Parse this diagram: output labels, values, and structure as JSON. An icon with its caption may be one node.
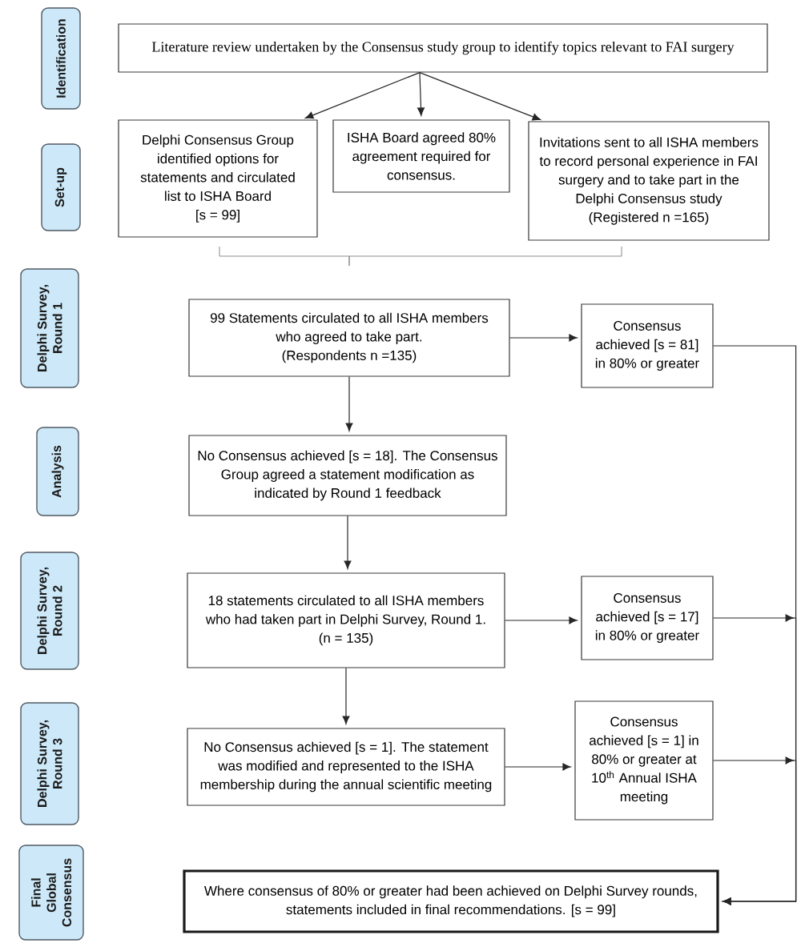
{
  "diagram": {
    "nodes": [
      {
        "text": [
          "Identification"
        ]
      },
      {
        "text": [
          "Literature review undertaken by the Consensus study group to identify topics relevant to FAI surgery"
        ]
      },
      {
        "text": [
          "Set-up"
        ]
      },
      {
        "text": [
          "Delphi Consensus Group identified options for statements and circulated list to ISHA Board",
          "[s = 99]"
        ]
      },
      {
        "text": [
          "ISHA Board agreed 80% agreement required for consensus."
        ]
      },
      {
        "text": [
          "Invitations sent to all ISHA members to record personal experience in FAI surgery and to take part in the Delphi Consensus study",
          "(Registered n =165)"
        ]
      },
      {
        "text": [
          "Delphi Survey, Round 1"
        ]
      },
      {
        "text": [
          "99 Statements circulated to all ISHA members who agreed to take part.",
          "(Respondents n =135)"
        ]
      },
      {
        "text": [
          "Consensus achieved [s = 81] in 80% or greater"
        ]
      },
      {
        "text": [
          "Analysis"
        ]
      },
      {
        "text": [
          "No Consensus achieved [s = 18]. The Consensus Group agreed a statement modification as indicated by Round 1 feedback"
        ]
      },
      {
        "text": [
          "Delphi Survey, Round 2"
        ]
      },
      {
        "text": [
          "18 statements circulated to all ISHA members who had taken part in Delphi Survey, Round 1.",
          "(n = 135)"
        ]
      },
      {
        "text": [
          "Consensus achieved [s = 17] in 80% or greater"
        ]
      },
      {
        "text": [
          "Delphi Survey, Round 3"
        ]
      },
      {
        "text": [
          "No Consensus achieved [s = 1]. The statement was modified and represented to the ISHA membership during the annual scientific meeting"
        ]
      },
      {
        "text": [
          "Consensus achieved [s = 1] in 80% or greater at 10$^{th}$ Annual ISHA meeting"
        ]
      },
      {
        "text": [
          "Final Global Consensus"
        ]
      },
      {
        "text": [
          "Where consensus of 80% or greater had been achieved on Delphi Survey rounds, statements included in final recommendations. [s = 99]"
        ]
      }
    ],
    "edges": [
      {
        "from": 1,
        "to": 3,
        "arrow": "to"
      },
      {
        "from": 1,
        "to": 4,
        "arrow": "to"
      },
      {
        "from": 1,
        "to": 5,
        "arrow": "to"
      },
      {
        "from": 7,
        "to": 8,
        "arrow": "to"
      },
      {
        "from": 7,
        "to": 10,
        "arrow": "to"
      },
      {
        "from": 10,
        "to": 12,
        "arrow": "to"
      },
      {
        "from": 12,
        "to": 13,
        "arrow": "to"
      },
      {
        "from": 12,
        "to": 15,
        "arrow": "to"
      },
      {
        "from": 15,
        "to": 16,
        "arrow": "to"
      },
      {
        "from": 8,
        "to": 18,
        "arrow": "to"
      },
      {
        "from": 13,
        "to": 18,
        "arrow": "to"
      },
      {
        "from": 16,
        "to": 18,
        "arrow": "to"
      }
    ]
  }
}
